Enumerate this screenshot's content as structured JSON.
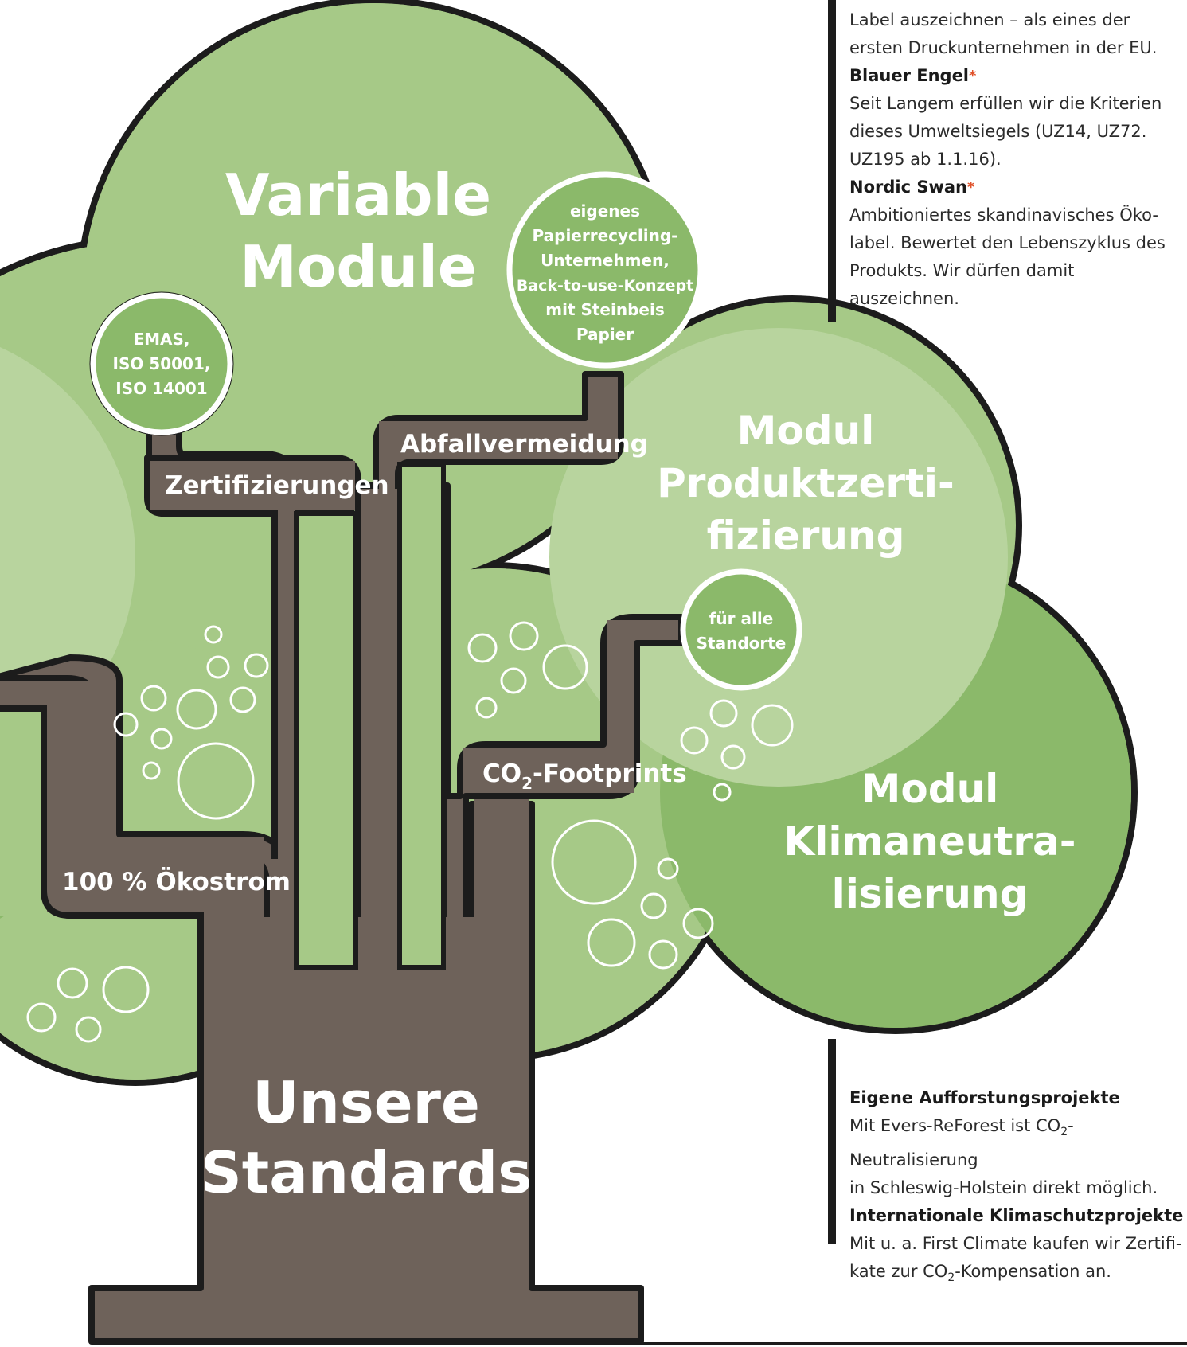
{
  "colors": {
    "canopy_dark": "#8bb96a",
    "canopy_mid": "#a6c987",
    "canopy_light": "#b8d49e",
    "trunk": "#6e625a",
    "outline": "#1c1c1c",
    "accent_star": "#e0522a"
  },
  "tree": {
    "title_line1": "Unsere",
    "title_line2": "Standards",
    "canopies": [
      {
        "id": "variable",
        "lines": [
          "Variable",
          "Module"
        ]
      },
      {
        "id": "produkt",
        "lines": [
          "Modul",
          "Produktzerti-",
          "fizierung"
        ]
      },
      {
        "id": "klima",
        "lines": [
          "Modul",
          "Klimaneutra-",
          "lisierung"
        ]
      }
    ],
    "branch_labels": {
      "zertifizierungen": "Zertifizierungen",
      "abfallvermeidung": "Abfallvermeidung",
      "co2_prefix": "CO",
      "co2_sub": "2",
      "co2_suffix": "-Footprints",
      "oekostrom": "100 % Ökostrom"
    },
    "badges": {
      "emas": [
        "EMAS,",
        "ISO 50001,",
        "ISO 14001"
      ],
      "papier": [
        "eigenes",
        "Papierrecycling-",
        "Unternehmen,",
        "Back-to-use-Konzept",
        "mit Steinbeis",
        "Papier"
      ],
      "standorte": [
        "für alle",
        "Standorte"
      ]
    }
  },
  "sidebar_top": {
    "intro_line1": "Label auszeichnen – als eines der",
    "intro_line2": "ersten Druckunternehmen in der EU.",
    "blauer_engel_title": "Blauer Engel",
    "blauer_engel_star": "*",
    "blauer_engel_line1": "Seit Langem erfüllen wir die Kriterien",
    "blauer_engel_line2": "dieses Umweltsiegels (UZ14, UZ72.",
    "blauer_engel_line3": "UZ195 ab 1.1.16).",
    "nordic_swan_title": "Nordic Swan",
    "nordic_swan_star": "*",
    "nordic_swan_line1": "Ambitioniertes skandinavisches Öko-",
    "nordic_swan_line2": "label. Bewertet den Lebenszyklus des",
    "nordic_swan_line3": "Produkts. Wir dürfen damit auszeichnen."
  },
  "sidebar_bottom": {
    "aufforstung_title": "Eigene Aufforstungsprojekte",
    "aufforstung_line1_a": "Mit Evers-ReForest ist CO",
    "aufforstung_line1_sub": "2",
    "aufforstung_line1_b": "-Neutralisierung",
    "aufforstung_line2": "in Schleswig-Holstein direkt möglich.",
    "klimaschutz_title": "Internationale Klimaschutzprojekte",
    "klimaschutz_line1": "Mit u. a. First Climate kaufen wir Zertifi-",
    "klimaschutz_line2_a": "kate zur CO",
    "klimaschutz_line2_sub": "2",
    "klimaschutz_line2_b": "-Kompensation an."
  }
}
